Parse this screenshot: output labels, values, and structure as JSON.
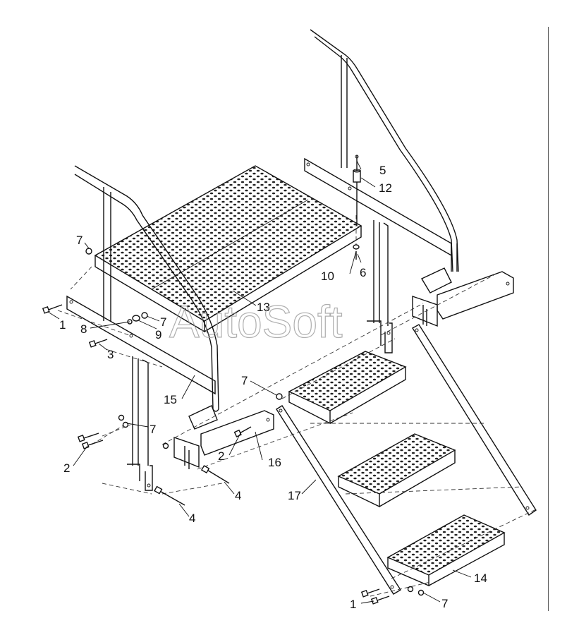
{
  "watermark": "AutoSoft",
  "callouts": {
    "c1a": "1",
    "c1b": "1",
    "c2a": "2",
    "c2b": "2",
    "c3": "3",
    "c4a": "4",
    "c4b": "4",
    "c5": "5",
    "c6": "6",
    "c7a": "7",
    "c7b": "7",
    "c7c": "7",
    "c7d": "7",
    "c7e": "7",
    "c8": "8",
    "c9": "9",
    "c10": "10",
    "c12": "12",
    "c13": "13",
    "c14": "14",
    "c15": "15",
    "c16": "16",
    "c17": "17"
  }
}
